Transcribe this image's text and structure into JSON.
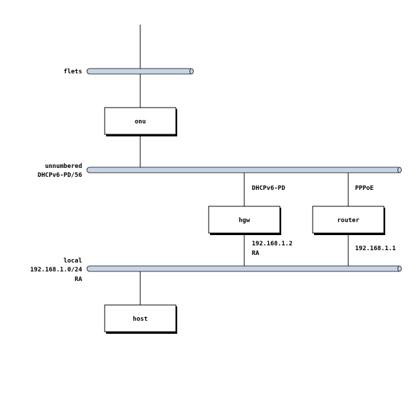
{
  "colors": {
    "network_fill": "#c8d4e6",
    "node_fill": "#ffffff",
    "line": "#000000",
    "shadow": "#000000",
    "background": "#ffffff"
  },
  "networks": {
    "flets": {
      "label": "flets"
    },
    "unnumbered": {
      "label": "unnumbered",
      "address": "DHCPv6-PD/56"
    },
    "local": {
      "label": "local",
      "address": "192.168.1.0/24",
      "extra": "RA"
    }
  },
  "nodes": {
    "onu": {
      "label": "onu"
    },
    "hgw": {
      "label": "hgw"
    },
    "router": {
      "label": "router"
    },
    "host": {
      "label": "host"
    }
  },
  "links": {
    "hgw_unnumbered": {
      "label": "DHCPv6-PD"
    },
    "router_unnumbered": {
      "label": "PPPoE"
    },
    "hgw_local": {
      "address": "192.168.1.2",
      "extra": "RA"
    },
    "router_local": {
      "address": "192.168.1.1"
    }
  }
}
